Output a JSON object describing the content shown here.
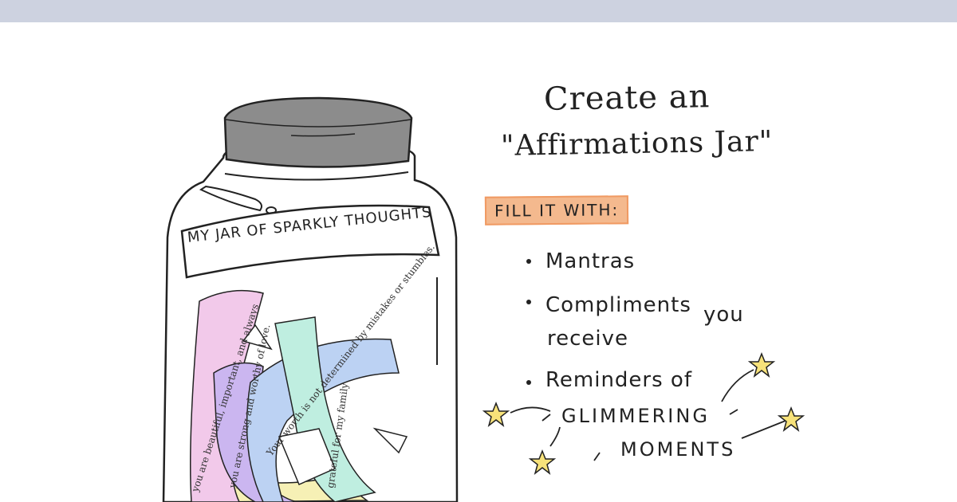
{
  "heading": {
    "line1": "Create an",
    "line2": "\"Affirmations Jar\""
  },
  "jar": {
    "label": "MY JAR OF SPARKLY THOUGHTS",
    "notes": [
      "you are beautiful, important, and always",
      "you are strong and worthy of love.",
      "Your worth is not determined by mistakes or stumbles.",
      "grateful for my family"
    ]
  },
  "fill_box": {
    "label": "FILL IT WITH:"
  },
  "bullets": {
    "item1": "Mantras",
    "item2_part1": "Compliments",
    "item2_part2": "you",
    "item2_part3": "receive",
    "item3": "Reminders of",
    "highlight1": "GLIMMERING",
    "highlight2": "MOMENTS"
  },
  "colors": {
    "band": "#cdd2e0",
    "lid": "#8a8a8a",
    "label_highlight": "#f4b98e",
    "note_pink": "#f2c9ea",
    "note_purple": "#cbb6f0",
    "note_blue": "#bcd2f3",
    "note_mint": "#bfeee0",
    "note_yellow": "#f6f0b5",
    "star": "#f7e27a"
  },
  "icons": [
    "star-icon"
  ]
}
